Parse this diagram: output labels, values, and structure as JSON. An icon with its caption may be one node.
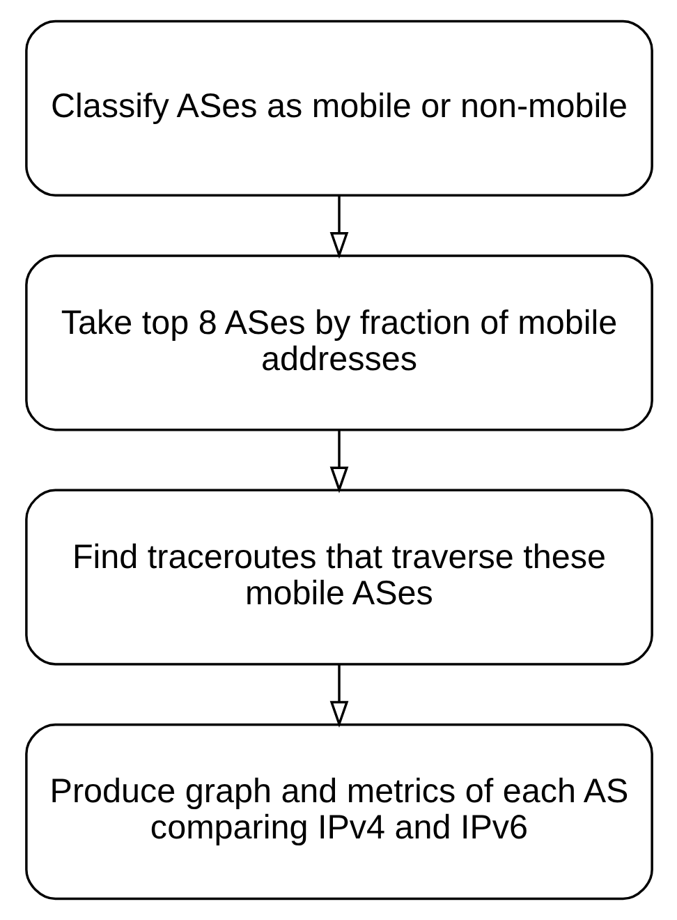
{
  "diagram": {
    "nodes": [
      {
        "text": [
          "Classify ASes as mobile or non-mobile"
        ]
      },
      {
        "text": [
          "Take top 8 ASes by fraction of mobile addresses"
        ]
      },
      {
        "text": [
          "Find traceroutes that traverse these mobile ASes"
        ]
      },
      {
        "text": [
          "Produce graph and metrics of each AS comparing IPv4 and IPv6"
        ]
      }
    ],
    "edges": [
      {
        "from": 0,
        "to": 1,
        "arrow": "to"
      },
      {
        "from": 1,
        "to": 2,
        "arrow": "to"
      },
      {
        "from": 2,
        "to": 3,
        "arrow": "to"
      }
    ]
  }
}
